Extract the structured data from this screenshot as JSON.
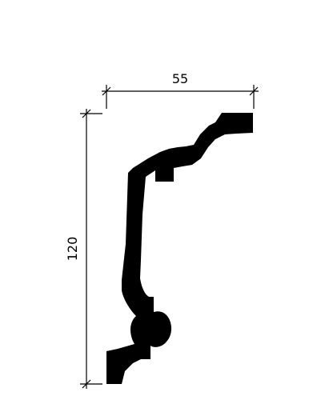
{
  "drawing": {
    "subject": "cornice-molding-profile",
    "width_dimension": {
      "value": "55"
    },
    "height_dimension": {
      "value": "120"
    },
    "colors": {
      "profile_fill": "#000000",
      "dimension_lines": "#000000",
      "background": "#ffffff"
    }
  }
}
